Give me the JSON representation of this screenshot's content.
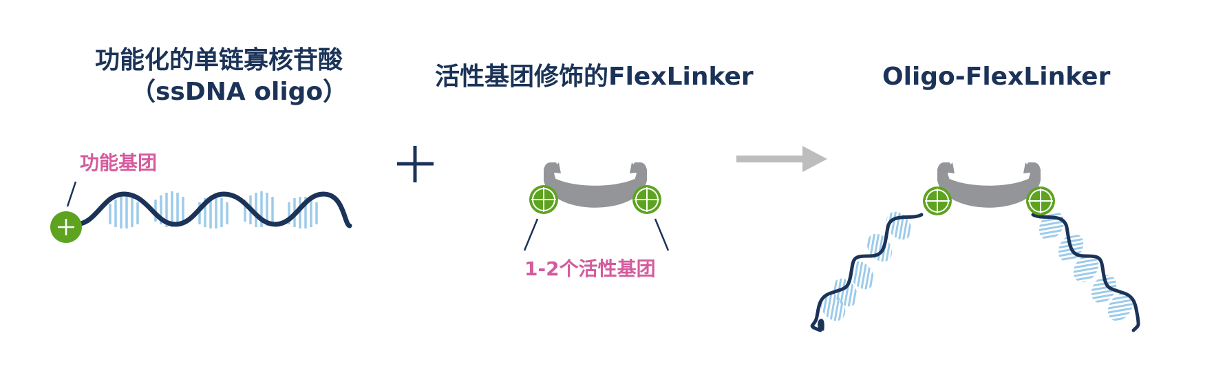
{
  "panels": [
    {
      "id": "ssdna-oligo",
      "title_line1": "功能化的单链寡核苷酸",
      "title_line2": "（ssDNA oligo）",
      "callout_label": "功能基团"
    },
    {
      "id": "flexlinker",
      "title": "活性基团修饰的FlexLinker",
      "callout_label": "1-2个活性基团"
    },
    {
      "id": "oligo-flexlinker",
      "title": "Oligo-FlexLinker"
    }
  ],
  "operators": {
    "plus": "+",
    "arrow": "→"
  },
  "colors": {
    "title": "#1b3358",
    "callout": "#d45b9c",
    "strand": "#1b3358",
    "base_pairs": "#9ccbea",
    "functional_group": "#5ea320",
    "linker": "#939598",
    "arrow": "#bdbdbd"
  }
}
